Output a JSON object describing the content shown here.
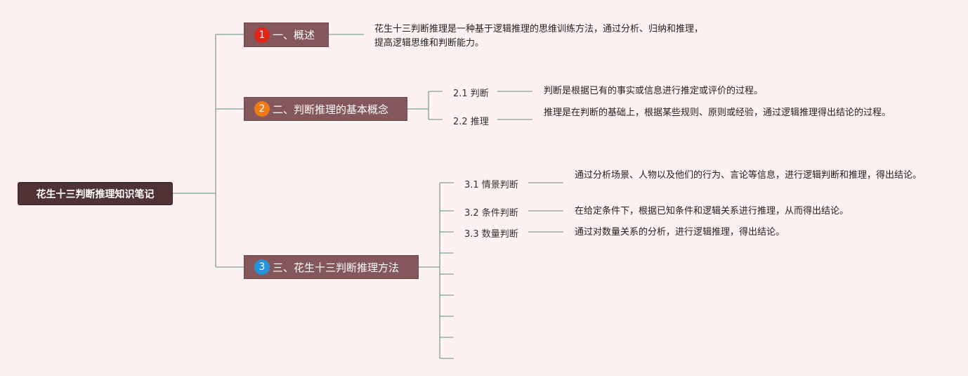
{
  "root": {
    "label": "花生十三判断推理知识笔记"
  },
  "sections": [
    {
      "number": "1",
      "label": "一、概述",
      "badge_color": "#e0261c"
    },
    {
      "number": "2",
      "label": "二、判断推理的基本概念",
      "badge_color": "#f07a14"
    },
    {
      "number": "3",
      "label": "三、花生十三判断推理方法",
      "badge_color": "#2792dc"
    }
  ],
  "overview_note": "花生十三判断推理是一种基于逻辑推理的思维训练方法，通过分析、归纳和推理，提高逻辑思维和判断能力。",
  "concepts": [
    {
      "label": "2.1 判断",
      "note": "判断是根据已有的事实或信息进行推定或评价的过程。"
    },
    {
      "label": "2.2 推理",
      "note": "推理是在判断的基础上，根据某些规则、原则或经验，通过逻辑推理得出结论的过程。"
    }
  ],
  "methods": [
    {
      "label": "3.1 情景判断",
      "note": "通过分析场景、人物以及他们的行为、言论等信息，进行逻辑判断和推理，得出结论。"
    },
    {
      "label": "3.2 条件判断",
      "note": "在给定条件下，根据已知条件和逻辑关系进行推理，从而得出结论。"
    },
    {
      "label": "3.3 数量判断",
      "note": "通过对数量关系的分析，进行逻辑推理，得出结论。"
    }
  ],
  "colors": {
    "connector": "#7f9f98",
    "background": "#fdf1f1"
  }
}
